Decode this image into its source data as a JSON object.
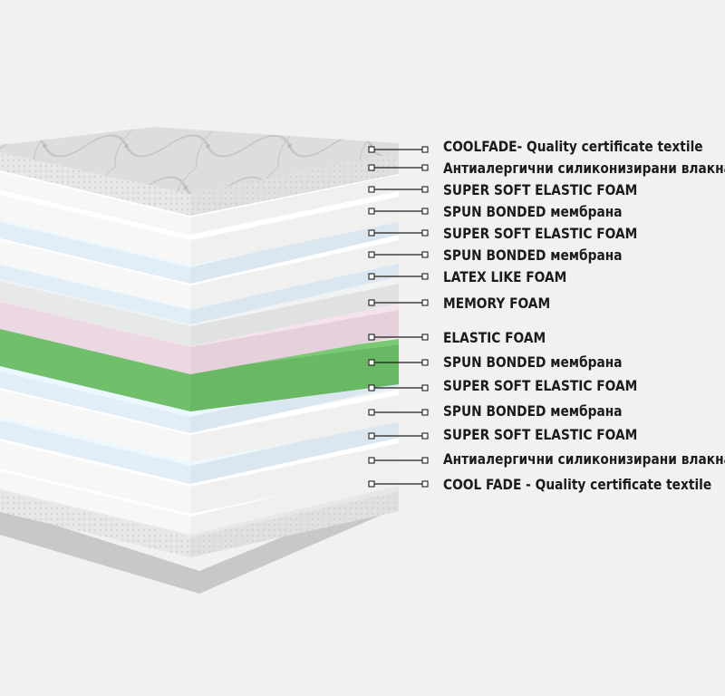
{
  "colors": {
    "background": "#f1f1f1",
    "label_text": "#1b1b1b",
    "connector": "#1f1f1f",
    "textile": "#dcdedc",
    "textile_pattern": "#c3c6c3",
    "white_foam": "#f7f7f6",
    "spun_bonded": "#e2eef7",
    "latex_like": "#e7e9e8",
    "memory_foam": "#ecd8e2",
    "elastic_foam": "#6fbf6b",
    "base_shadow": "#c8c8c8"
  },
  "layers": [
    {
      "label": "COOLFADE- Quality certificate textile",
      "kind": "textile"
    },
    {
      "label": "Антиалергични силиконизирани влакна",
      "kind": "fiber"
    },
    {
      "label": "SUPER SOFT ELASTIC FOAM",
      "kind": "white_foam"
    },
    {
      "label": "SPUN BONDED мембрана",
      "kind": "spun_bonded"
    },
    {
      "label": "SUPER SOFT ELASTIC FOAM",
      "kind": "white_foam"
    },
    {
      "label": "SPUN BONDED мембрана",
      "kind": "spun_bonded"
    },
    {
      "label": "LATEX LIKE FOAM",
      "kind": "latex_like"
    },
    {
      "label": "MEMORY FOAM",
      "kind": "memory_foam"
    },
    {
      "label": "ELASTIC FOAM",
      "kind": "elastic_foam"
    },
    {
      "label": "SPUN BONDED мембрана",
      "kind": "spun_bonded"
    },
    {
      "label": "SUPER SOFT ELASTIC FOAM",
      "kind": "white_foam"
    },
    {
      "label": "SPUN BONDED мембрана",
      "kind": "spun_bonded"
    },
    {
      "label": "SUPER SOFT ELASTIC FOAM",
      "kind": "white_foam"
    },
    {
      "label": "Антиалергични силиконизирани влакна",
      "kind": "fiber"
    },
    {
      "label": "COOL FADE  - Quality certificate textile",
      "kind": "textile"
    }
  ]
}
